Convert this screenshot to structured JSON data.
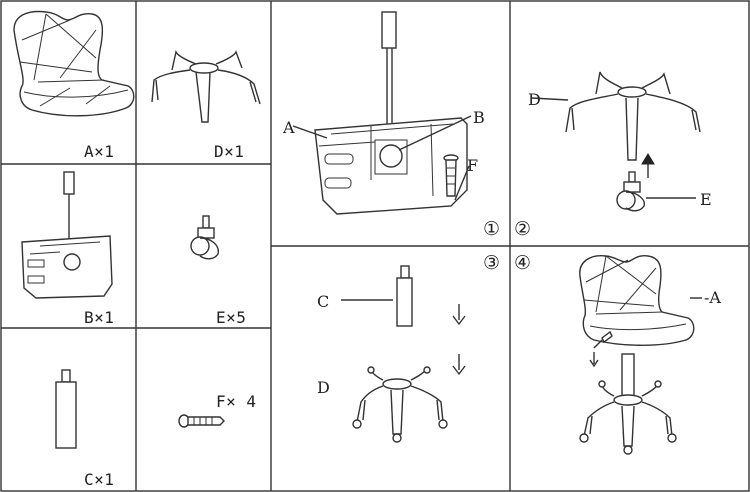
{
  "parts": {
    "A": "A×1",
    "D": "D×1",
    "B": "B×1",
    "E": "E×5",
    "C": "C×1",
    "F": "F× 4"
  },
  "steps": {
    "s1": "①",
    "s2": "②",
    "s3": "③",
    "s4": "④"
  },
  "callouts": {
    "step1": {
      "a": "A",
      "b": "B",
      "f": "F"
    },
    "step2": {
      "d": "D",
      "e": "E"
    },
    "step3": {
      "c": "C",
      "d": "D"
    },
    "step4": {
      "a": "-A"
    }
  }
}
